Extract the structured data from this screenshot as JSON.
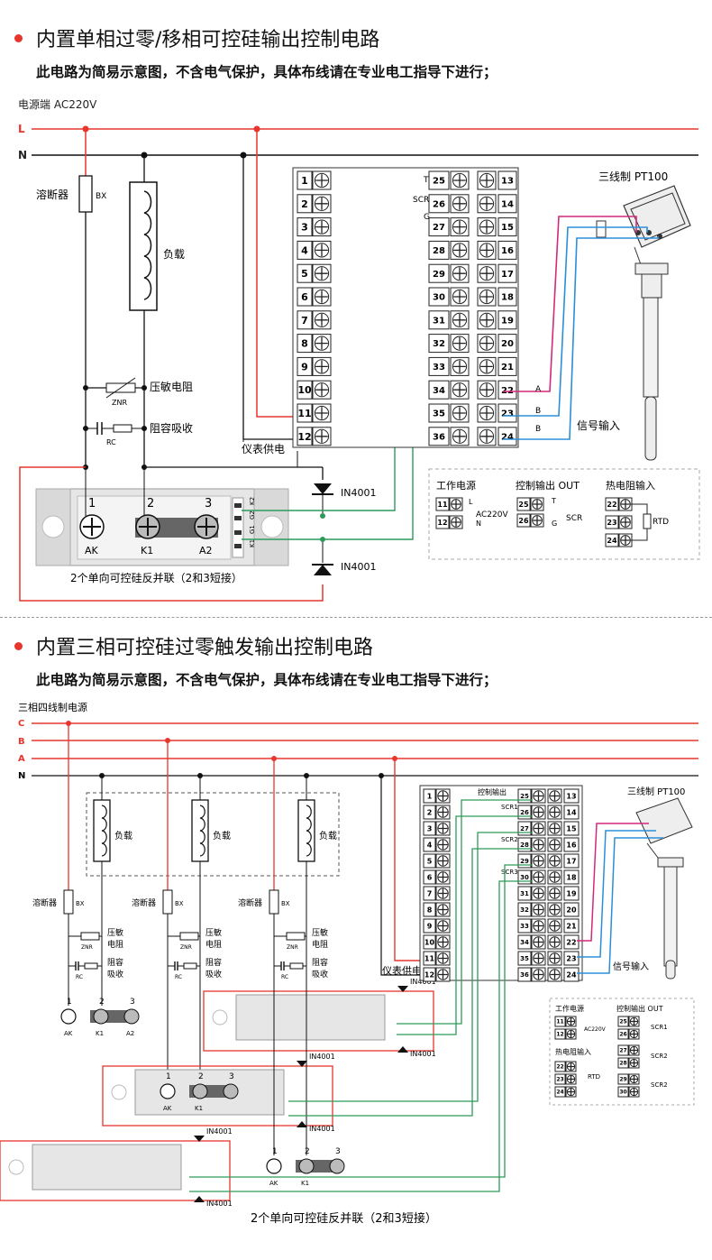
{
  "section1": {
    "title": "内置单相过零/移相可控硅输出控制电路",
    "note": "此电路为简易示意图，不含电气保护，具体布线请在专业电工指导下进行；",
    "power_label": "电源端  AC220V",
    "line_L": "L",
    "line_N": "N",
    "fuse_label": "溶断器",
    "fuse_code": "BX",
    "load_label": "负载",
    "varistor_label": "压敏电阻",
    "varistor_code": "ZNR",
    "rc_label": "阻容吸收",
    "rc_code": "RC",
    "meter_supply": "仪表供电",
    "diode_label": "IN4001",
    "module_pins": [
      "1",
      "2",
      "3"
    ],
    "module_terms": [
      "AK",
      "K1",
      "A2"
    ],
    "module_gate": [
      "K2",
      "G2",
      "G1",
      "K1"
    ],
    "module_caption": "2个单向可控硅反并联（2和3短接）",
    "sensor_label": "三线制 PT100",
    "signal_label": "信号输入",
    "ctrl_labels": [
      "T",
      "SCR",
      "G"
    ],
    "abc": [
      "A",
      "B",
      "B"
    ],
    "terminals_left": [
      "1",
      "2",
      "3",
      "4",
      "5",
      "6",
      "7",
      "8",
      "9",
      "10",
      "11",
      "12"
    ],
    "terminals_mid": [
      "25",
      "26",
      "27",
      "28",
      "29",
      "30",
      "31",
      "32",
      "33",
      "34",
      "35",
      "36"
    ],
    "terminals_right": [
      "13",
      "14",
      "15",
      "16",
      "17",
      "18",
      "19",
      "20",
      "21",
      "22",
      "23",
      "24"
    ],
    "legend": {
      "work_power": "工作电源",
      "ctrl_out": "控制输出 OUT",
      "rtd_in": "热电阻输入",
      "ac": "AC220V",
      "rtd": "RTD",
      "scr": "SCR"
    }
  },
  "section2": {
    "title": "内置三相可控硅过零触发输出控制电路",
    "note": "此电路为简易示意图，不含电气保护，具体布线请在专业电工指导下进行；",
    "power_label": "三相四线制电源",
    "lines": [
      "C",
      "B",
      "A",
      "N"
    ],
    "load_label": "负载",
    "fuse_label": "溶断器",
    "fuse_code": "BX",
    "varistor_label1": "压敏",
    "varistor_label2": "电阻",
    "varistor_code": "ZNR",
    "rc_label1": "阻容",
    "rc_label2": "吸收",
    "rc_code": "RC",
    "meter_supply": "仪表供电",
    "ctrl_out": "控制输出",
    "scr_labels": [
      "SCR1",
      "SCR2",
      "SCR3"
    ],
    "diode_label": "IN4001",
    "sensor_label": "三线制 PT100",
    "signal_label": "信号输入",
    "module_caption": "2个单向可控硅反并联（2和3短接）",
    "legend": {
      "work_power": "工作电源",
      "ctrl_out": "控制输出 OUT",
      "rtd_in": "热电阻输入",
      "ac": "AC220V",
      "rtd": "RTD",
      "scr1": "SCR1",
      "scr2": "SCR2",
      "scr2b": "SCR2"
    }
  },
  "colors": {
    "red": "#e8362e",
    "green": "#2e9a5a",
    "blue": "#2a8fd8",
    "magenta": "#d4287a",
    "wire": "#111111"
  }
}
